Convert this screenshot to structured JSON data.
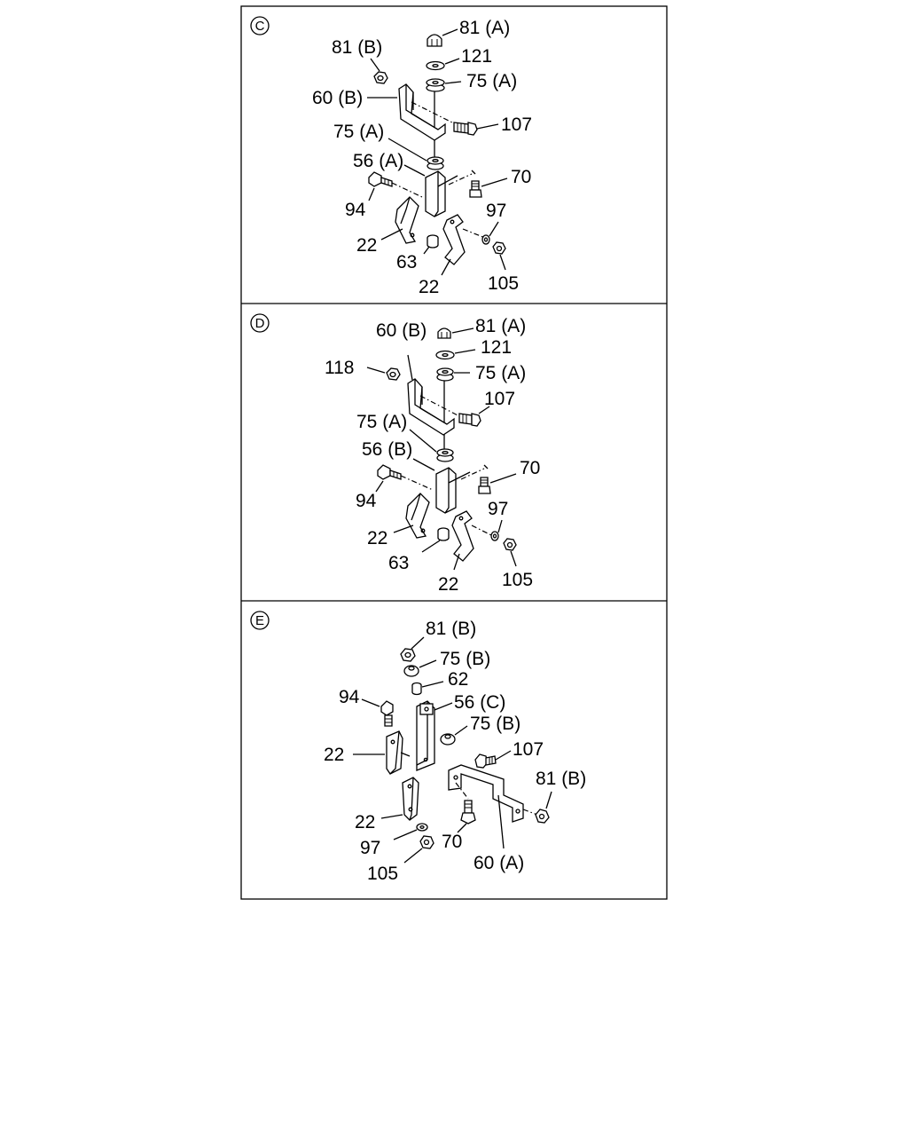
{
  "panels": [
    {
      "marker": "C",
      "labels": {
        "nut_81a": "81 (A)",
        "nut_81b": "81 (B)",
        "washer_121": "121",
        "bushing_75a_top": "75 (A)",
        "bracket_60b": "60 (B)",
        "bolt_107": "107",
        "bushing_75a_bottom": "75 (A)",
        "bracket_56a": "56 (A)",
        "bolt_70": "70",
        "bolt_94": "94",
        "washer_97": "97",
        "clamp_22_left": "22",
        "collar_63": "63",
        "clamp_22_right": "22",
        "nut_105": "105"
      }
    },
    {
      "marker": "D",
      "labels": {
        "bracket_60b": "60 (B)",
        "nut_81a": "81 (A)",
        "washer_121": "121",
        "nut_118": "118",
        "bushing_75a_top": "75 (A)",
        "bolt_107": "107",
        "bushing_75a_bottom": "75 (A)",
        "bracket_56b": "56 (B)",
        "bolt_70": "70",
        "bolt_94": "94",
        "washer_97": "97",
        "clamp_22_left": "22",
        "collar_63": "63",
        "clamp_22_right": "22",
        "nut_105": "105"
      }
    },
    {
      "marker": "E",
      "labels": {
        "nut_81b_top": "81 (B)",
        "bushing_75b_top": "75 (B)",
        "collar_62": "62",
        "bolt_94": "94",
        "bracket_56c": "56 (C)",
        "bushing_75b_mid": "75 (B)",
        "clamp_22_upper": "22",
        "bolt_107": "107",
        "nut_81b_right": "81 (B)",
        "clamp_22_lower": "22",
        "washer_97": "97",
        "bolt_70": "70",
        "bracket_60a": "60 (A)",
        "nut_105": "105"
      }
    }
  ]
}
